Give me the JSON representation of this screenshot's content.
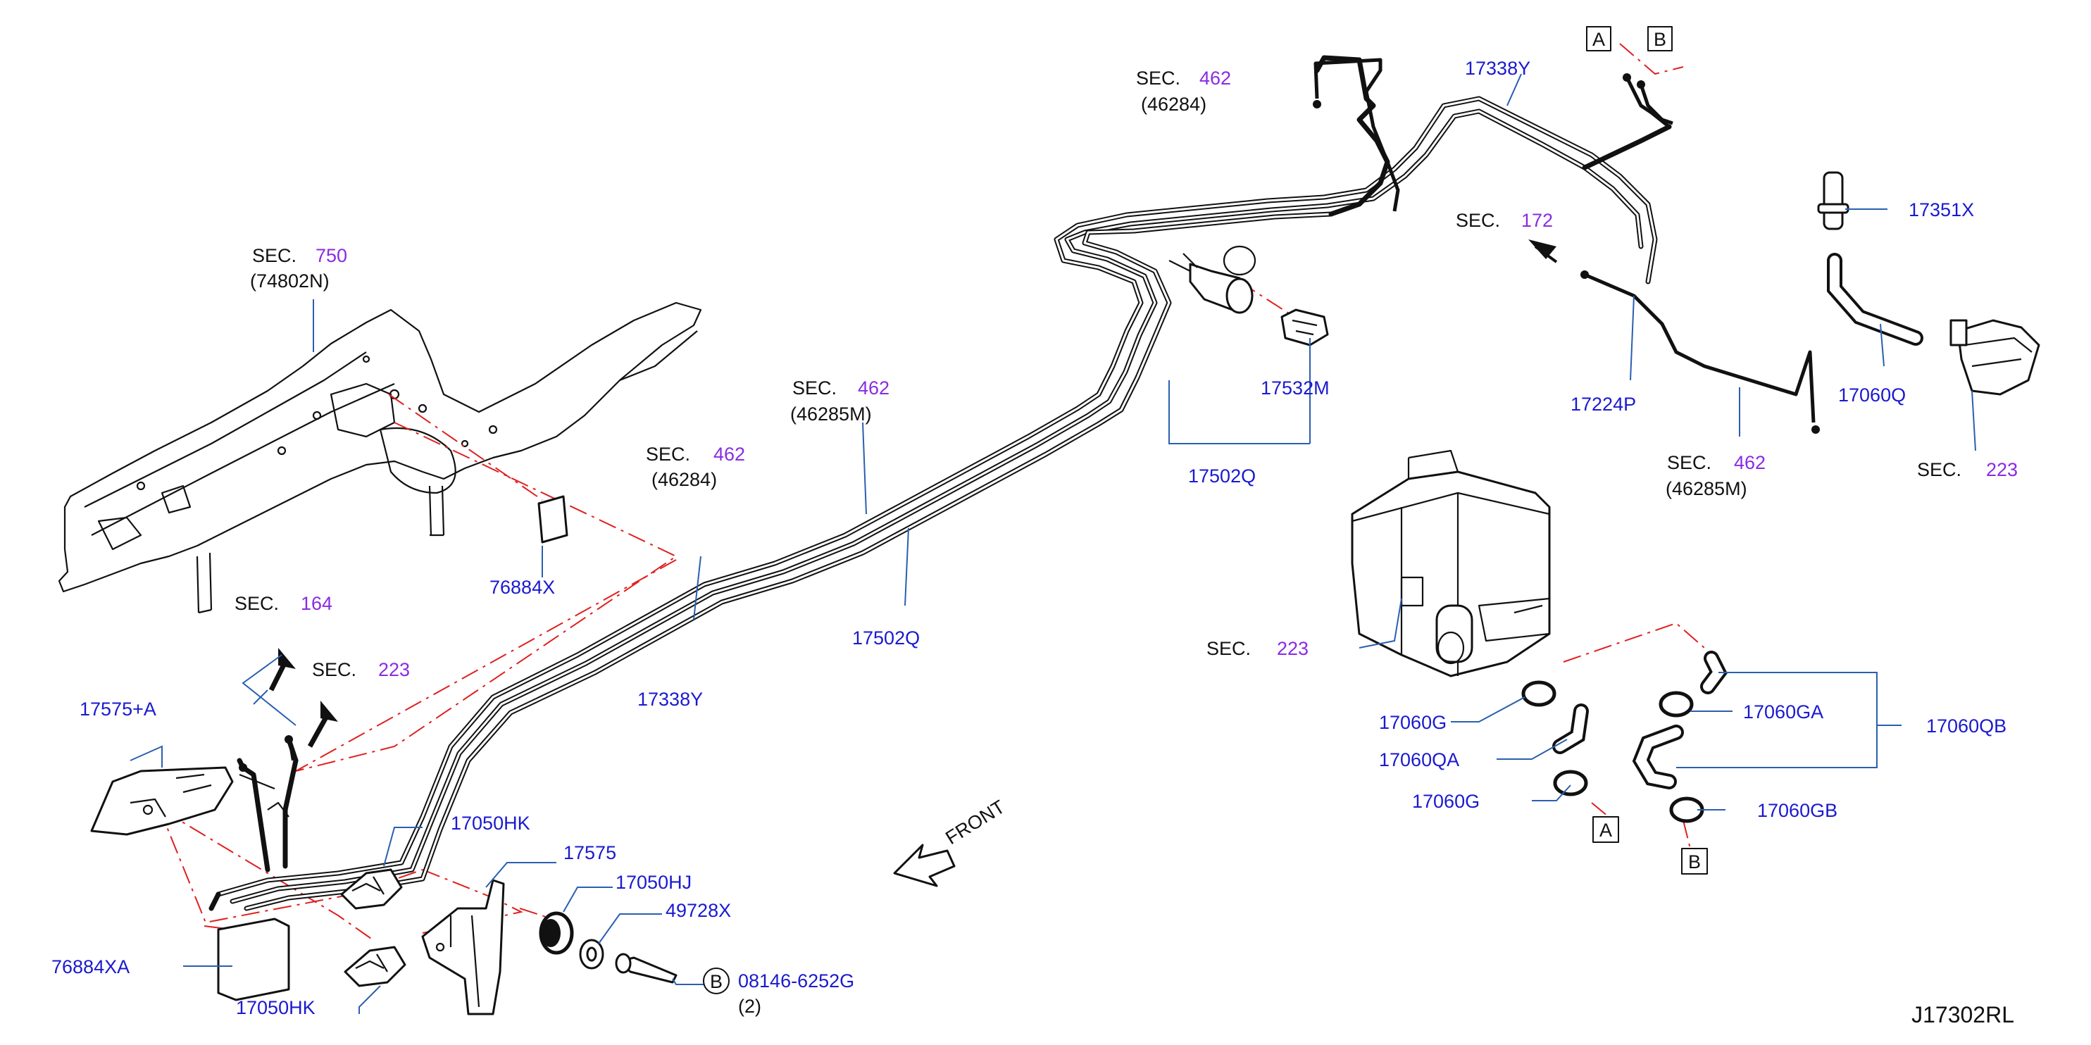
{
  "diagram": {
    "code": "J17302RL",
    "front_label": "FRONT",
    "sections": [
      {
        "id": "s750",
        "prefix": "SEC.",
        "num": "750",
        "sub": "(74802N)"
      },
      {
        "id": "s164",
        "prefix": "SEC.",
        "num": "164",
        "sub": ""
      },
      {
        "id": "s223a",
        "prefix": "SEC.",
        "num": "223",
        "sub": ""
      },
      {
        "id": "s462a",
        "prefix": "SEC.",
        "num": "462",
        "sub": "(46284)"
      },
      {
        "id": "s462b",
        "prefix": "SEC.",
        "num": "462",
        "sub": "(46285M)"
      },
      {
        "id": "s462c",
        "prefix": "SEC.",
        "num": "462",
        "sub": "(46284)"
      },
      {
        "id": "s172",
        "prefix": "SEC.",
        "num": "172",
        "sub": ""
      },
      {
        "id": "s462d",
        "prefix": "SEC.",
        "num": "462",
        "sub": "(46285M)"
      },
      {
        "id": "s223b",
        "prefix": "SEC.",
        "num": "223",
        "sub": ""
      },
      {
        "id": "s223c",
        "prefix": "SEC.",
        "num": "223",
        "sub": ""
      }
    ],
    "parts": [
      {
        "id": "p76884X",
        "label": "76884X"
      },
      {
        "id": "p17575A",
        "label": "17575+A"
      },
      {
        "id": "p76884XA",
        "label": "76884XA"
      },
      {
        "id": "p17050HK1",
        "label": "17050HK"
      },
      {
        "id": "p17050HK2",
        "label": "17050HK"
      },
      {
        "id": "p17575",
        "label": "17575"
      },
      {
        "id": "p17050HJ",
        "label": "17050HJ"
      },
      {
        "id": "p49728X",
        "label": "49728X"
      },
      {
        "id": "p08146",
        "label": "08146-6252G"
      },
      {
        "id": "p08146q",
        "label": "(2)"
      },
      {
        "id": "p17338Y1",
        "label": "17338Y"
      },
      {
        "id": "p17502Q1",
        "label": "17502Q"
      },
      {
        "id": "p17338Y2",
        "label": "17338Y"
      },
      {
        "id": "p17532M",
        "label": "17532M"
      },
      {
        "id": "p17502Q2",
        "label": "17502Q"
      },
      {
        "id": "p17224P",
        "label": "17224P"
      },
      {
        "id": "p17351X",
        "label": "17351X"
      },
      {
        "id": "p17060Q",
        "label": "17060Q"
      },
      {
        "id": "p17060G1",
        "label": "17060G"
      },
      {
        "id": "p17060QA",
        "label": "17060QA"
      },
      {
        "id": "p17060G2",
        "label": "17060G"
      },
      {
        "id": "p17060GA",
        "label": "17060GA"
      },
      {
        "id": "p17060QB",
        "label": "17060QB"
      },
      {
        "id": "p17060GB",
        "label": "17060GB"
      }
    ],
    "callouts": {
      "a": "A",
      "b": "B",
      "bolt_mark": "B"
    }
  },
  "colors": {
    "part_number": "#1a1ad0",
    "section_number": "#8a2be2",
    "leader": "#2a5fb0",
    "reference_dash": "#e02020",
    "outline": "#111111"
  }
}
